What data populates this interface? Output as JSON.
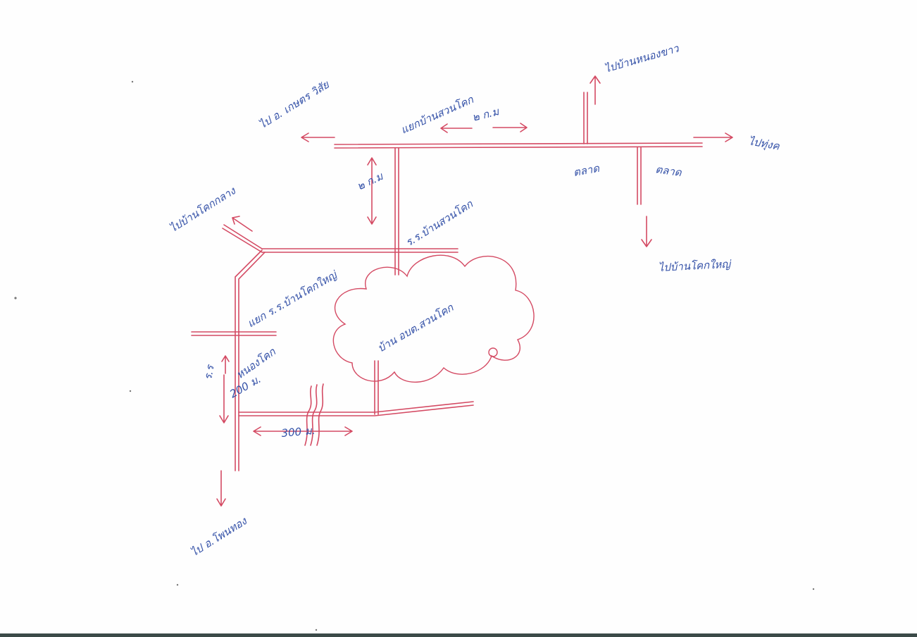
{
  "map": {
    "labels": {
      "to_n_kasem": "ไป อ. เกษตร วิสัย",
      "junction_main": "แยกบ้านสวนโคก",
      "km_top": "๒ ก.ม",
      "to_nong_khao": "ไปบ้านหนองขาว",
      "to_tung": "ไปทุ่งค",
      "km_left": "๒ ก.ม",
      "school": "ร.ร.บ้านสวนโคก",
      "market1": "ตลาด",
      "market2": "ตลาด",
      "to_khok_yai": "ไปบ้านโคกใหญ่",
      "to_khok_klang": "ไปบ้านโคกกลาง",
      "junction_lower": "แยก ร.ร.บ้านโคกใหญ่",
      "rr": "ร.ร",
      "nong_khok": "หนองโคก",
      "dist_200": "200 ม.",
      "home": "บ้าน อบต.สวนโคก",
      "dist_300": "300 ม.",
      "to_amphoe": "ไป อ.โพนทอง"
    }
  }
}
